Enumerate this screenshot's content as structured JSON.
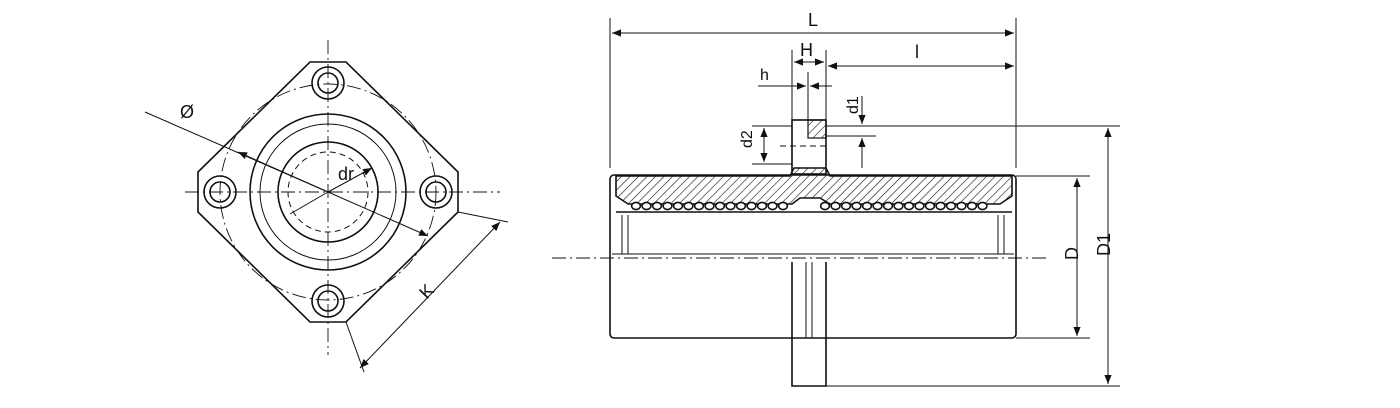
{
  "labels": {
    "phi": "Ø",
    "dr": "dr",
    "K": "K",
    "L": "L",
    "H": "H",
    "l": "l",
    "h": "h",
    "d1": "d1",
    "d2": "d2",
    "D": "D",
    "D1": "D1"
  },
  "colors": {
    "line": "#111111",
    "background": "#ffffff"
  }
}
